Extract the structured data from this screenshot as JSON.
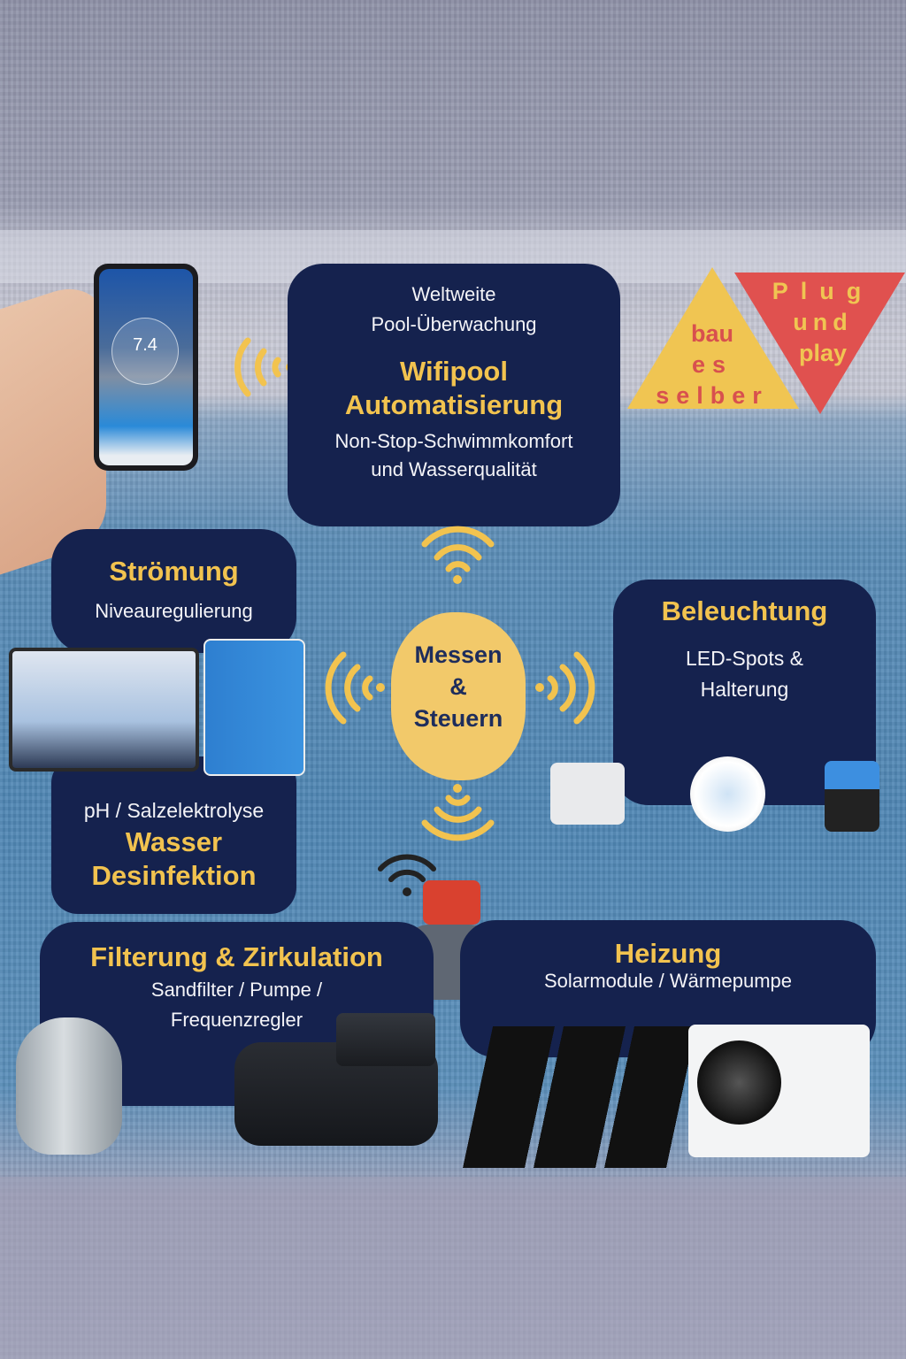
{
  "top_box": {
    "line1": "Weltweite",
    "line2": "Pool-Überwachung",
    "title1": "Wifipool",
    "title2": "Automatisierung",
    "sub1": "Non-Stop-Schwimmkomfort",
    "sub2": "und Wasserqualität"
  },
  "badges": {
    "diy": [
      "bau",
      "es",
      "selber"
    ],
    "plug": [
      "Plug",
      "und",
      "play"
    ]
  },
  "center": {
    "line1": "Messen",
    "line2": "&",
    "line3": "Steuern"
  },
  "stroemung": {
    "title": "Strömung",
    "sub": "Niveauregulierung"
  },
  "wasser": {
    "sub": "pH / Salzelektrolyse",
    "title1": "Wasser",
    "title2": "Desinfektion"
  },
  "beleuchtung": {
    "title": "Beleuchtung",
    "sub1": "LED-Spots &",
    "sub2": "Halterung"
  },
  "filterung": {
    "title": "Filterung & Zirkulation",
    "sub1": "Sandfilter / Pumpe /",
    "sub2": "Frequenzregler"
  },
  "heizung": {
    "title": "Heizung",
    "sub": "Solarmodule / Wärmepumpe"
  },
  "phone": {
    "value": "7.4"
  },
  "colors": {
    "navy": "#15224e",
    "yellow": "#f2c34f",
    "red": "#e0514f"
  }
}
